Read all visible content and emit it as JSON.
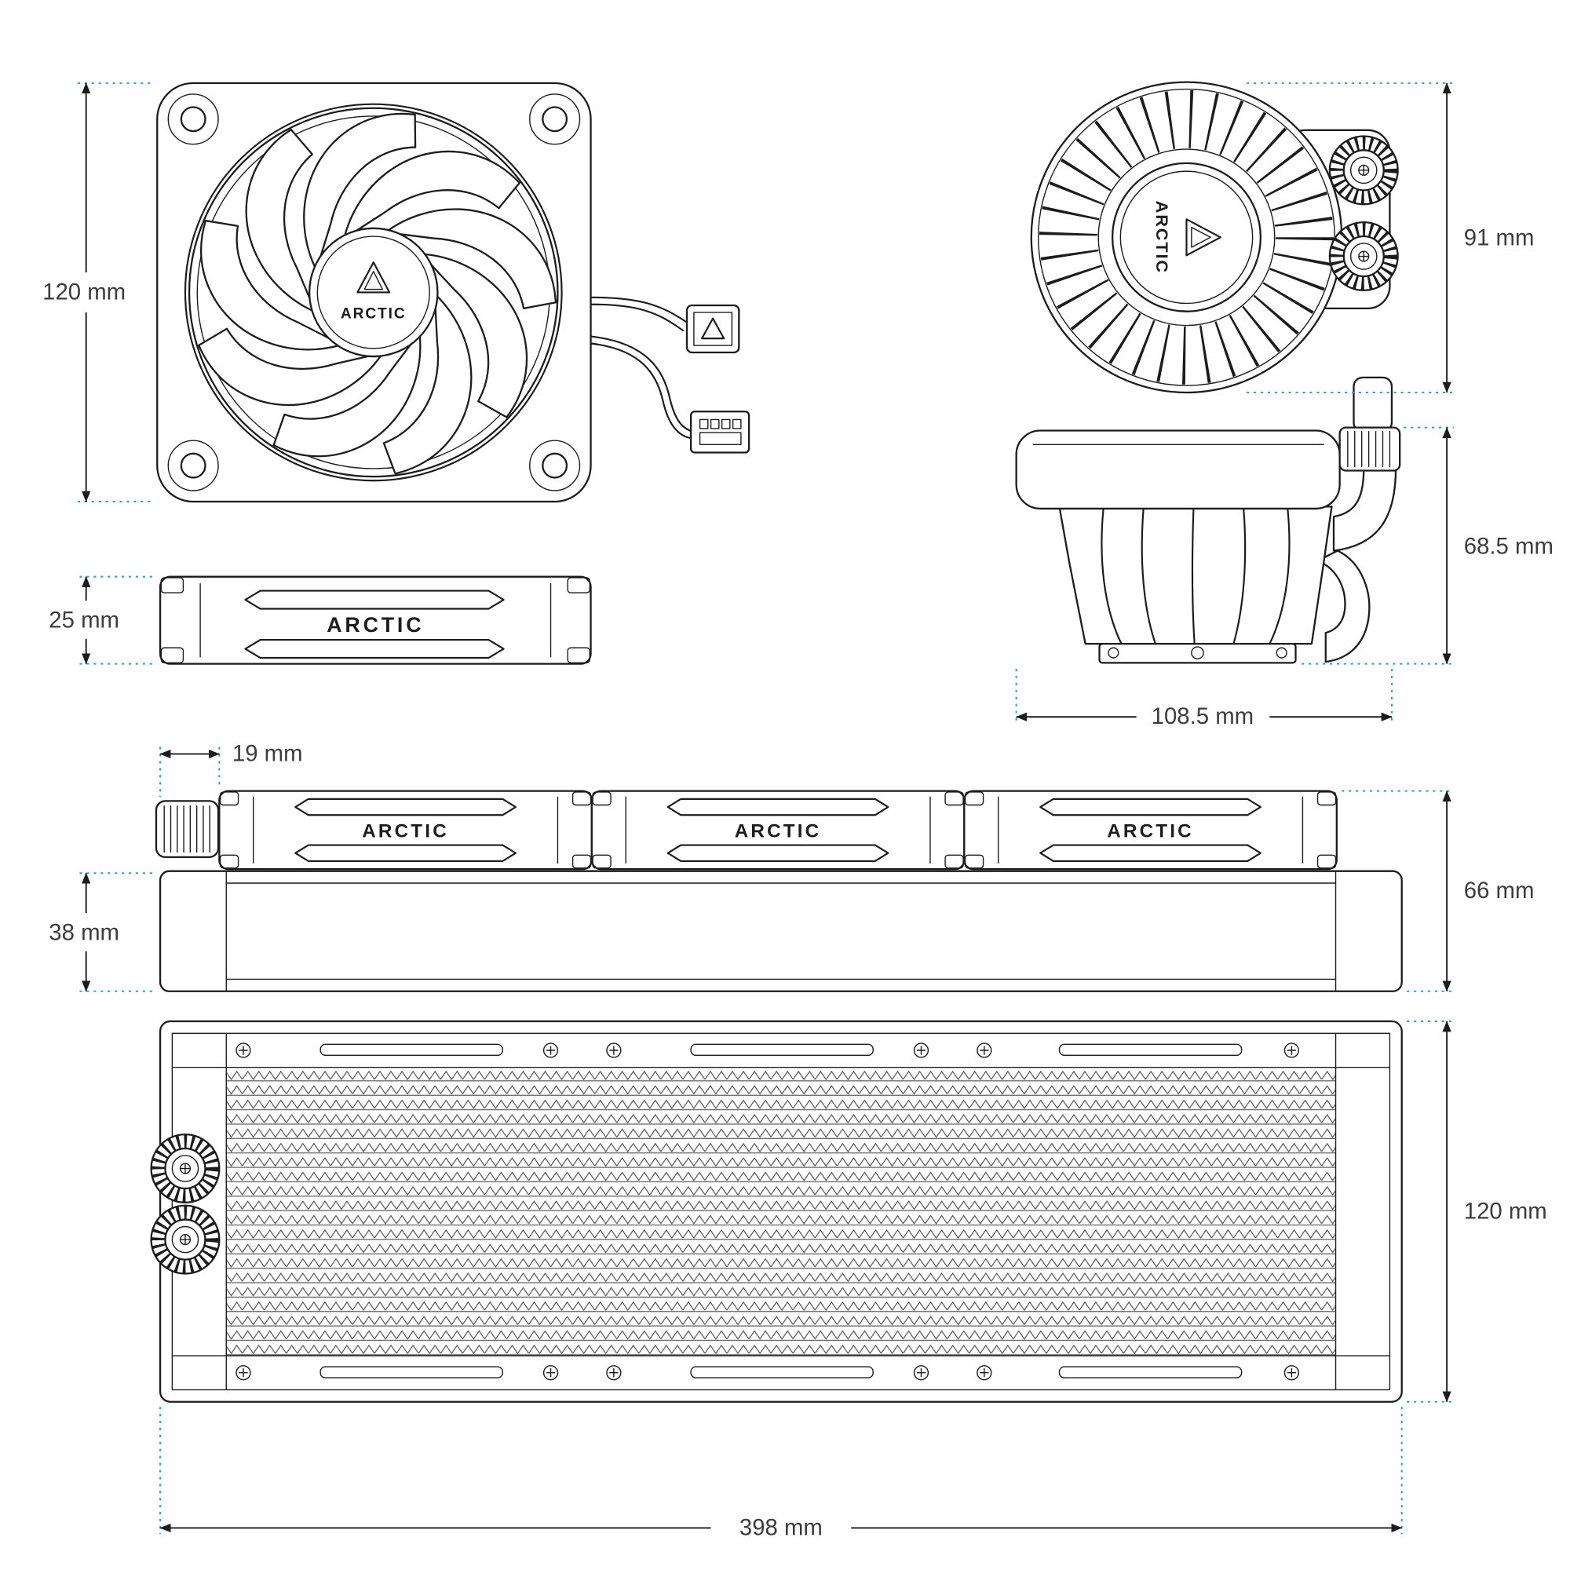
{
  "colors": {
    "background": "#ffffff",
    "line": "#1c1c1c",
    "extension_line": "#2fa3b8",
    "dimension_text": "#3c3c3c"
  },
  "brand": {
    "name": "ARCTIC"
  },
  "dimensions": {
    "fan_size": "120 mm",
    "fan_thickness": "25 mm",
    "pump_width": "91 mm",
    "pump_height": "68.5 mm",
    "pump_length": "108.5 mm",
    "fitting_offset": "19 mm",
    "radiator_total_height": "66 mm",
    "radiator_thickness": "38 mm",
    "radiator_width": "120 mm",
    "radiator_length": "398 mm"
  }
}
